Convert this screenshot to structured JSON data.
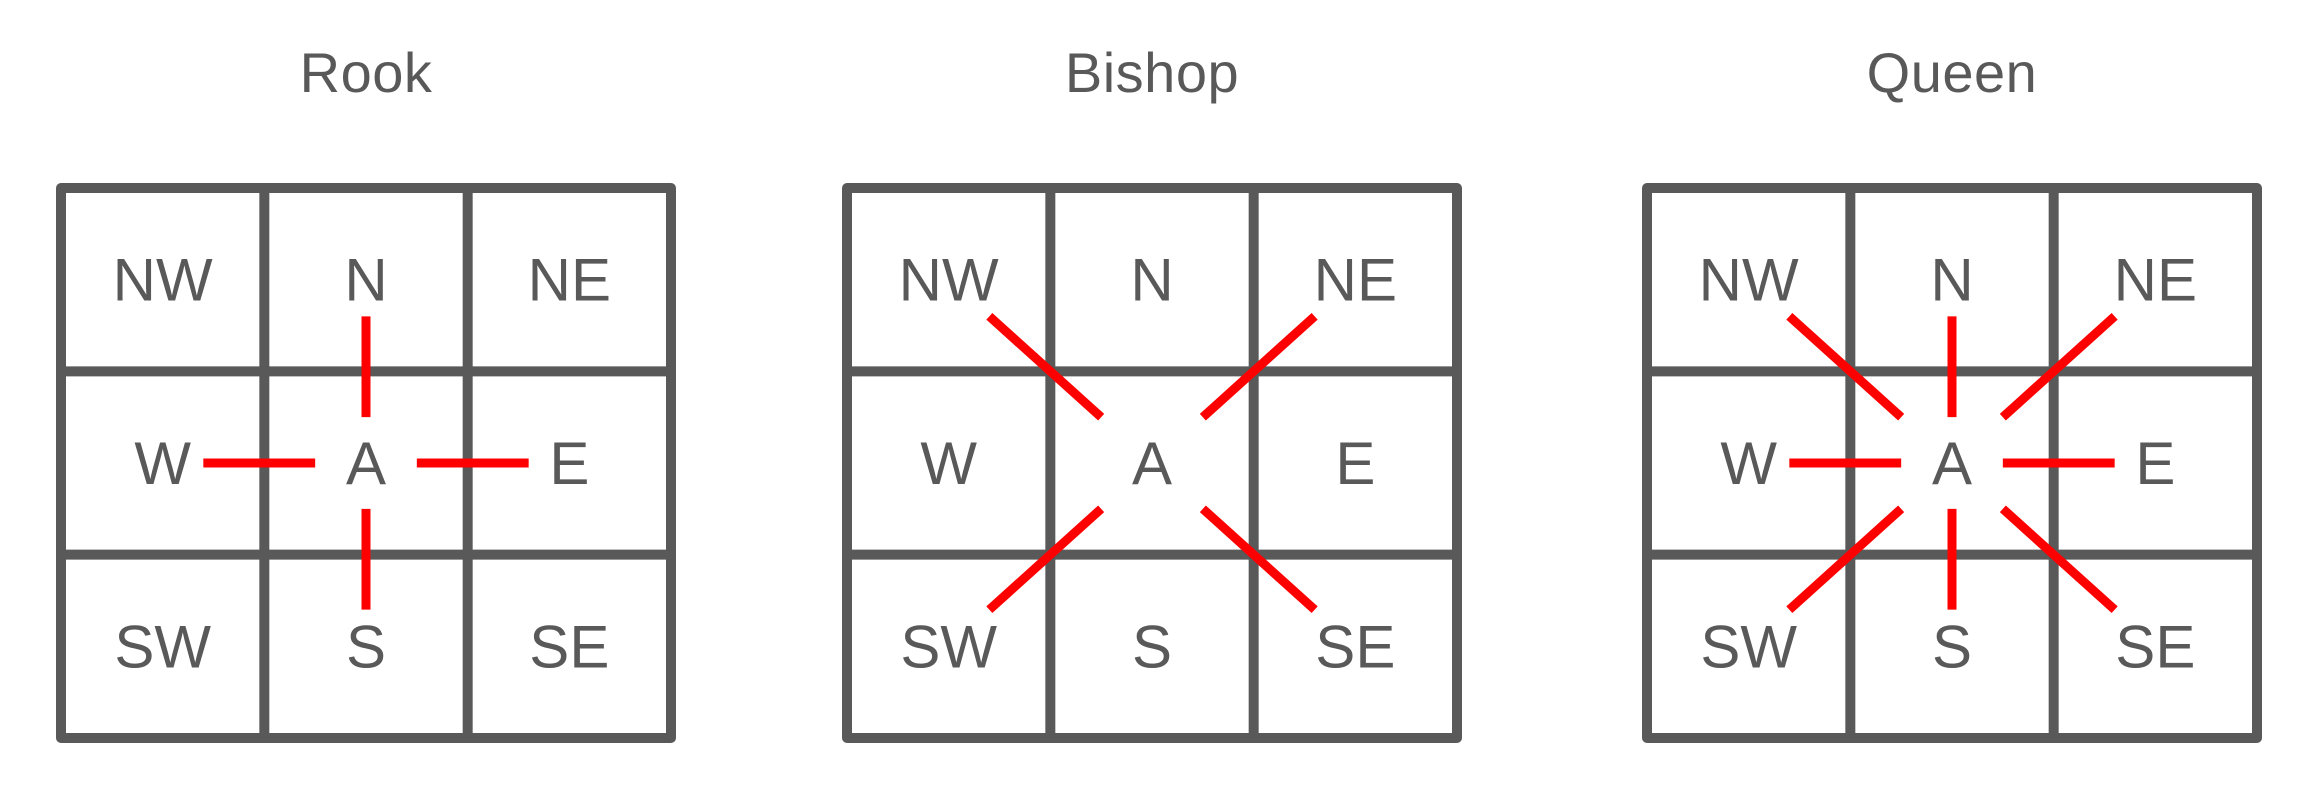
{
  "figure": {
    "background_color": "#ffffff",
    "grid_color": "#595959",
    "label_color": "#595959",
    "ray_color": "#ff0000"
  },
  "cell_labels": [
    [
      "NW",
      "N",
      "NE"
    ],
    [
      "W",
      "A",
      "E"
    ],
    [
      "SW",
      "S",
      "SE"
    ]
  ],
  "panels": [
    {
      "title": "Rook",
      "rays": [
        "N",
        "S",
        "E",
        "W"
      ]
    },
    {
      "title": "Bishop",
      "rays": [
        "NW",
        "NE",
        "SW",
        "SE"
      ]
    },
    {
      "title": "Queen",
      "rays": [
        "N",
        "NE",
        "E",
        "SE",
        "S",
        "SW",
        "W",
        "NW"
      ]
    }
  ]
}
